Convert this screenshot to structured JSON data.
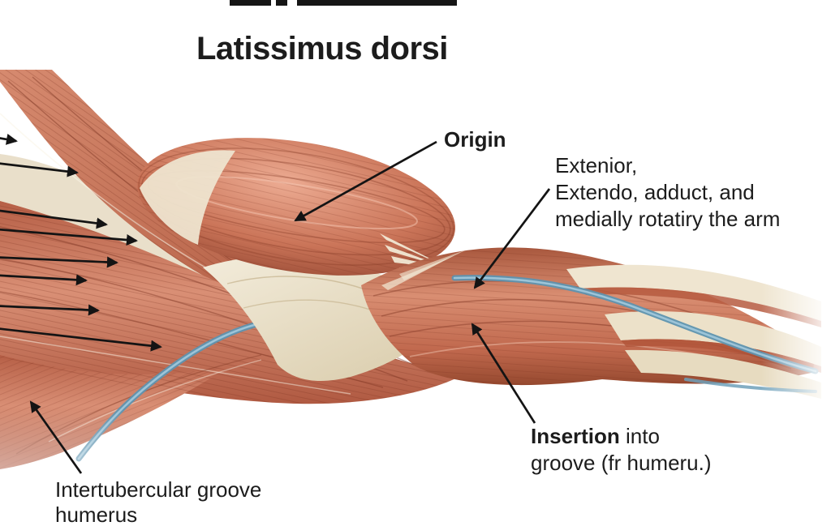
{
  "title": "Latissimus dorsi",
  "annotations": {
    "origin": "Origin",
    "action": [
      "Extenior,",
      "Extendo, adduct, and",
      "medially rotatiry the arm"
    ],
    "insertion_bold": "Insertion",
    "insertion_rest": "into",
    "insertion_line2": "groove (fr humeru.)",
    "groove": [
      "Intertubercular groove",
      "humerus"
    ]
  },
  "colors": {
    "background": "#ffffff",
    "text": "#1c1c1c",
    "arrow": "#141414",
    "top_bar": "#151515",
    "muscle_highlight": "#ecab92",
    "muscle_mid": "#cd7c61",
    "muscle_dark": "#9a4c36",
    "tendon_cream": "#ece1c9",
    "vessel_blue": "#5e94b0"
  }
}
